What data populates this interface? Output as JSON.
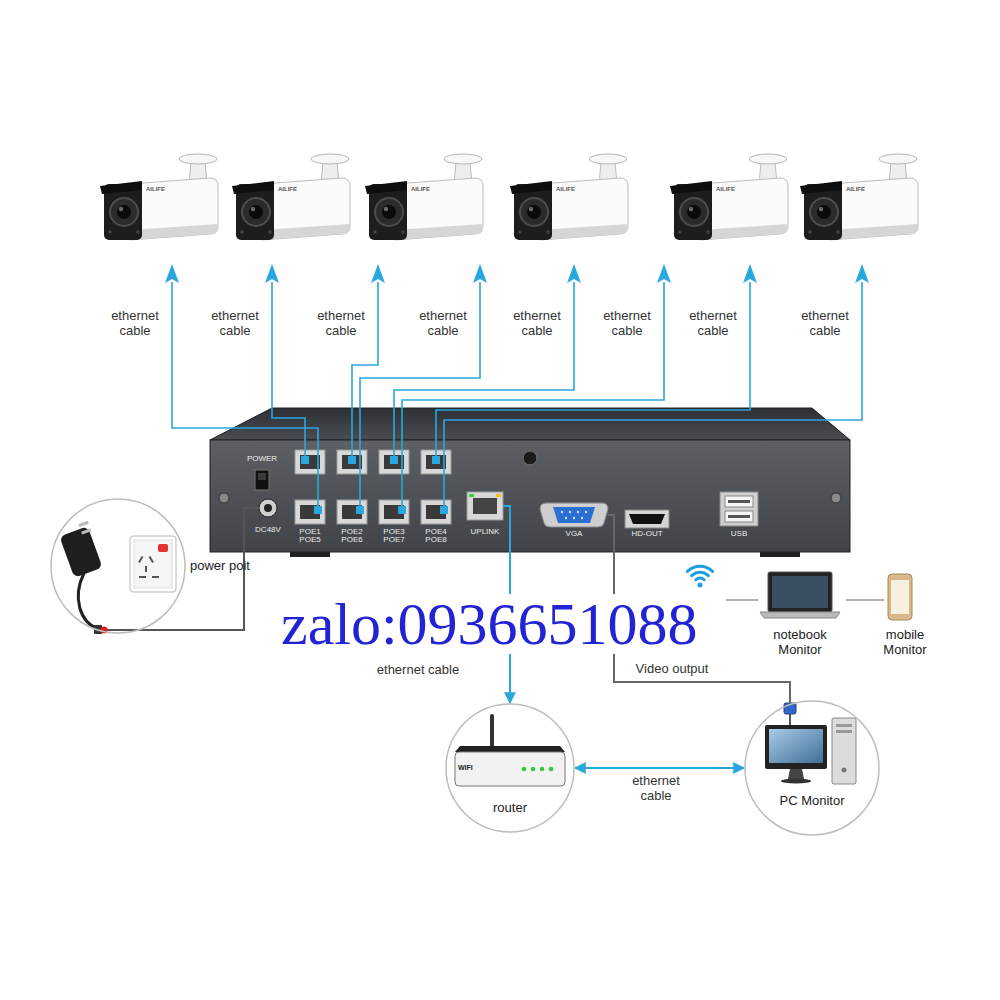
{
  "diagram": {
    "nodes": [
      {
        "text": [
          "POWER",
          "DC48V",
          "POE1 POE5",
          "POE2 POE6",
          "POE3 POE7",
          "POE4 POE8",
          "UPLINK",
          "VGA",
          "HD-OUT",
          "USB"
        ]
      },
      {
        "text": [
          "power poit"
        ]
      },
      {
        "text": [
          "router"
        ]
      },
      {
        "text": [
          "PC Monitor"
        ]
      }
    ],
    "edges": [
      {
        "from": 1,
        "to": 0,
        "arrow": "none"
      },
      {
        "from": 0,
        "to": 2,
        "label": "ethernet cable",
        "arrow": "to"
      },
      {
        "from": 2,
        "to": 3,
        "label": "ethernet cable",
        "arrow": "both"
      },
      {
        "from": 0,
        "to": 3,
        "label": "Video output",
        "arrow": "none"
      }
    ],
    "labels": [
      "ethernet cable",
      "ethernet cable",
      "ethernet cable",
      "ethernet cable",
      "ethernet cable",
      "ethernet cable",
      "ethernet cable",
      "ethernet cable",
      "AILIFE",
      "AILIFE",
      "AILIFE",
      "AILIFE",
      "AILIFE",
      "AILIFE",
      "zalo:0936651088",
      "notebook Monitor",
      "mobile Monitor",
      "WIFI"
    ]
  }
}
